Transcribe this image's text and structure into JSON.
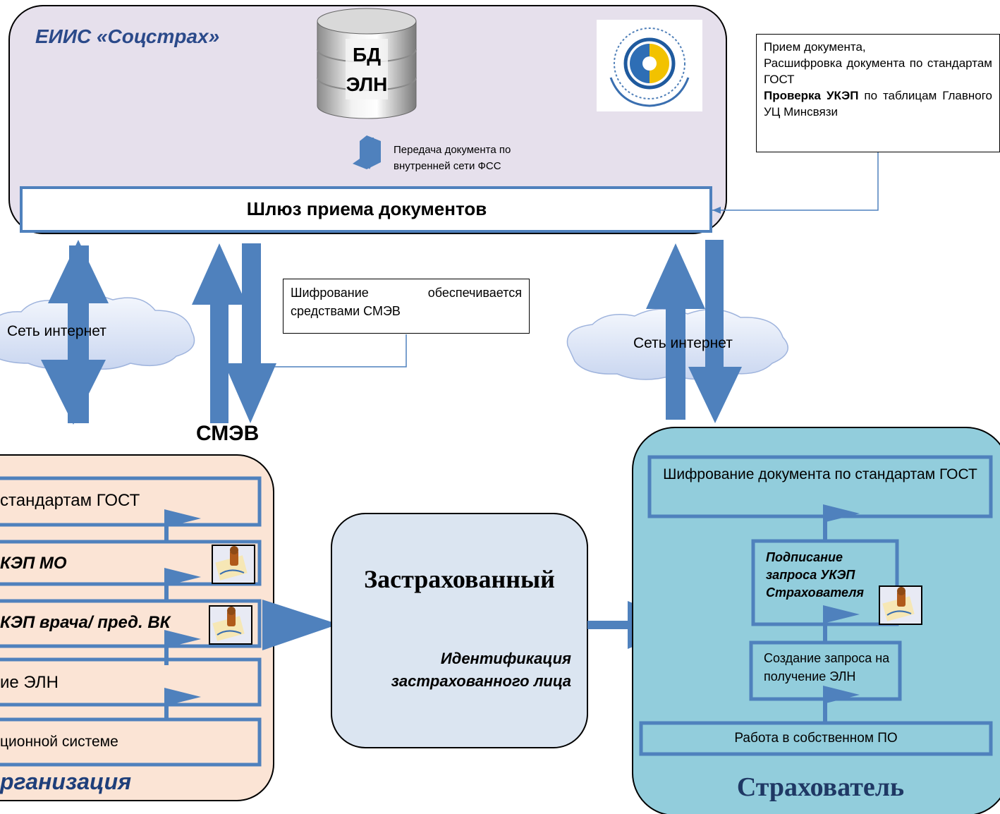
{
  "fss": {
    "title": "ЕИИС «Соцстрах»",
    "db_line1": "БД",
    "db_line2": "ЭЛН",
    "internal_transfer": "Передача документа по внутренней сети ФСС",
    "gateway": "Шлюз приема документов",
    "color": "#e6e0ec"
  },
  "note_top_right": {
    "line1": "Прием документа,",
    "line2": "Расшифровка документа по стандартам ГОСТ",
    "bold": "Проверка УКЭП",
    "line3_rest": "по таблицам Главного УЦ Минсвязи"
  },
  "note_smev": "Шифрование обеспечивается средствами СМЭВ",
  "internet_left": "Сеть интернет",
  "internet_right": "Сеть интернет",
  "smev": "СМЭВ",
  "mo": {
    "items": [
      "стандартам ГОСТ",
      "КЭП МО",
      "КЭП врача/ пред. ВК",
      "ие ЭЛН",
      "ционной системе"
    ],
    "footer": "рганизация",
    "color": "#fbe4d5"
  },
  "insured": {
    "title": "Застрахованный",
    "subtitle": "Идентификация застрахованного лица",
    "color": "#dbe5f1"
  },
  "employer": {
    "encrypt": "Шифрование документа по стандартам ГОСТ",
    "sign": "Подписание запроса УКЭП Страхователя",
    "create": "Создание запроса на получение ЭЛН",
    "own_software": "Работа в собственном ПО",
    "footer": "Страхователь",
    "color": "#92cddc"
  },
  "accent": "#4f81bd"
}
